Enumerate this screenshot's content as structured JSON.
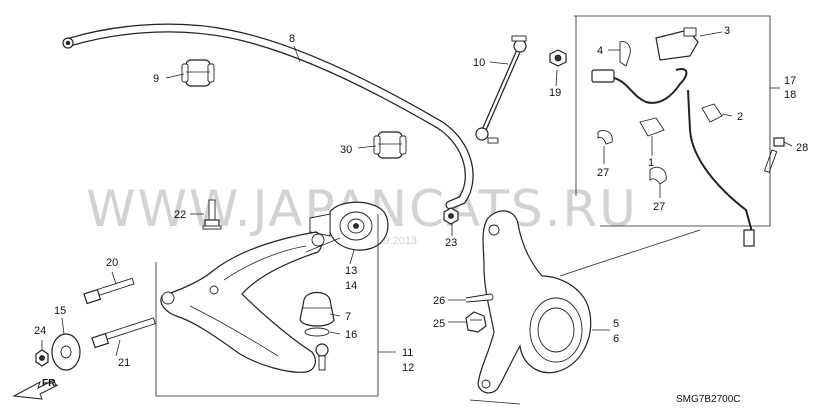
{
  "watermark": {
    "site": "WWW.JAPANCATS.RU",
    "date": "01.09.2013"
  },
  "diagram_code": "SMG7B2700C",
  "direction_label": "FR.",
  "labels": {
    "p1": "1",
    "p2": "2",
    "p3": "3",
    "p4": "4",
    "p5": "5",
    "p6": "6",
    "p7": "7",
    "p8": "8",
    "p9": "9",
    "p10": "10",
    "p11": "11",
    "p12": "12",
    "p13": "13",
    "p14": "14",
    "p15": "15",
    "p16": "16",
    "p17": "17",
    "p18": "18",
    "p19": "19",
    "p20": "20",
    "p21": "21",
    "p22": "22",
    "p23": "23",
    "p24": "24",
    "p25": "25",
    "p26": "26",
    "p27a": "27",
    "p27b": "27",
    "p28": "28",
    "p30": "30"
  }
}
